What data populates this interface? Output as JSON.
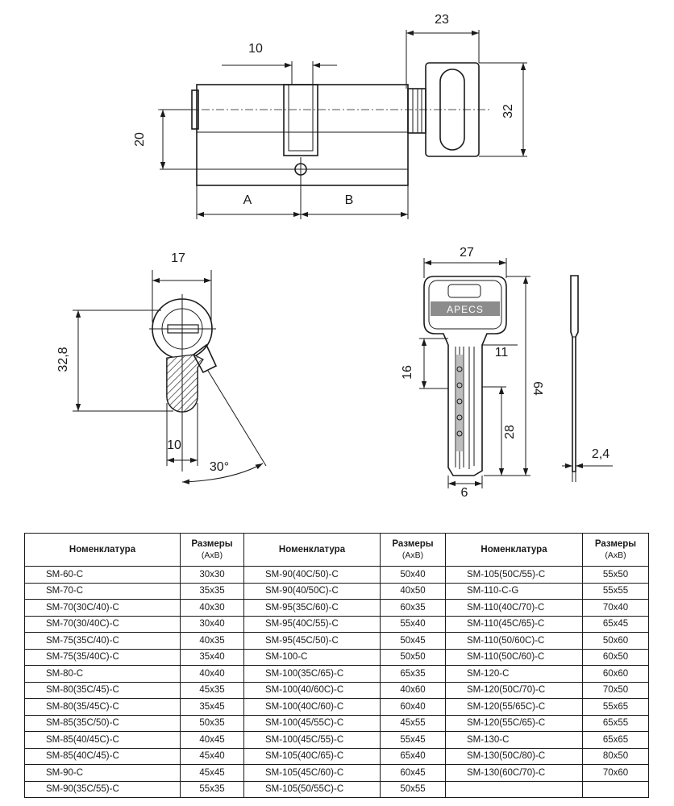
{
  "drawing": {
    "top_dims": {
      "d10": "10",
      "d23": "23",
      "d20": "20",
      "d32": "32",
      "a": "A",
      "b": "B"
    },
    "side_dims": {
      "d17": "17",
      "d32_8": "32,8",
      "d10": "10",
      "angle": "30°"
    },
    "key_dims": {
      "d27": "27",
      "d11": "11",
      "d16": "16",
      "d64": "64",
      "d28": "28",
      "d6": "6",
      "d2_4": "2,4"
    },
    "key_brand": "APECS"
  },
  "table": {
    "headers": [
      {
        "name": "Номенклатура",
        "size": "Размеры",
        "size_sub": "(АхВ)"
      },
      {
        "name": "Номенклатура",
        "size": "Размеры",
        "size_sub": "(АхВ)"
      },
      {
        "name": "Номенклатура",
        "size": "Размеры",
        "size_sub": "(АхВ)"
      }
    ],
    "rows": [
      [
        "SM-60-C",
        "30x30",
        "SM-90(40C/50)-C",
        "50x40",
        "SM-105(50C/55)-C",
        "55x50"
      ],
      [
        "SM-70-C",
        "35x35",
        "SM-90(40/50C)-C",
        "40x50",
        "SM-110-C-G",
        "55x55"
      ],
      [
        "SM-70(30C/40)-C",
        "40x30",
        "SM-95(35C/60)-C",
        "60x35",
        "SM-110(40C/70)-C",
        "70x40"
      ],
      [
        "SM-70(30/40C)-C",
        "30x40",
        "SM-95(40C/55)-C",
        "55x40",
        "SM-110(45C/65)-C",
        "65x45"
      ],
      [
        "SM-75(35C/40)-C",
        "40x35",
        "SM-95(45C/50)-C",
        "50x45",
        "SM-110(50/60C)-C",
        "50x60"
      ],
      [
        "SM-75(35/40C)-C",
        "35x40",
        "SM-100-C",
        "50x50",
        "SM-110(50C/60)-C",
        "60x50"
      ],
      [
        "SM-80-C",
        "40x40",
        "SM-100(35C/65)-C",
        "65x35",
        "SM-120-C",
        "60x60"
      ],
      [
        "SM-80(35C/45)-C",
        "45x35",
        "SM-100(40/60C)-C",
        "40x60",
        "SM-120(50C/70)-C",
        "70x50"
      ],
      [
        "SM-80(35/45C)-C",
        "35x45",
        "SM-100(40C/60)-C",
        "60x40",
        "SM-120(55/65C)-C",
        "55x65"
      ],
      [
        "SM-85(35C/50)-C",
        "50x35",
        "SM-100(45/55C)-C",
        "45x55",
        "SM-120(55C/65)-C",
        "65x55"
      ],
      [
        "SM-85(40/45C)-C",
        "40x45",
        "SM-100(45C/55)-C",
        "55x45",
        "SM-130-C",
        "65x65"
      ],
      [
        "SM-85(40C/45)-C",
        "45x40",
        "SM-105(40C/65)-C",
        "65x40",
        "SM-130(50C/80)-C",
        "80x50"
      ],
      [
        "SM-90-C",
        "45x45",
        "SM-105(45C/60)-C",
        "60x45",
        "SM-130(60C/70)-C",
        "70x60"
      ],
      [
        "SM-90(35C/55)-C",
        "55x35",
        "SM-105(50/55C)-C",
        "50x55",
        "",
        ""
      ]
    ]
  }
}
